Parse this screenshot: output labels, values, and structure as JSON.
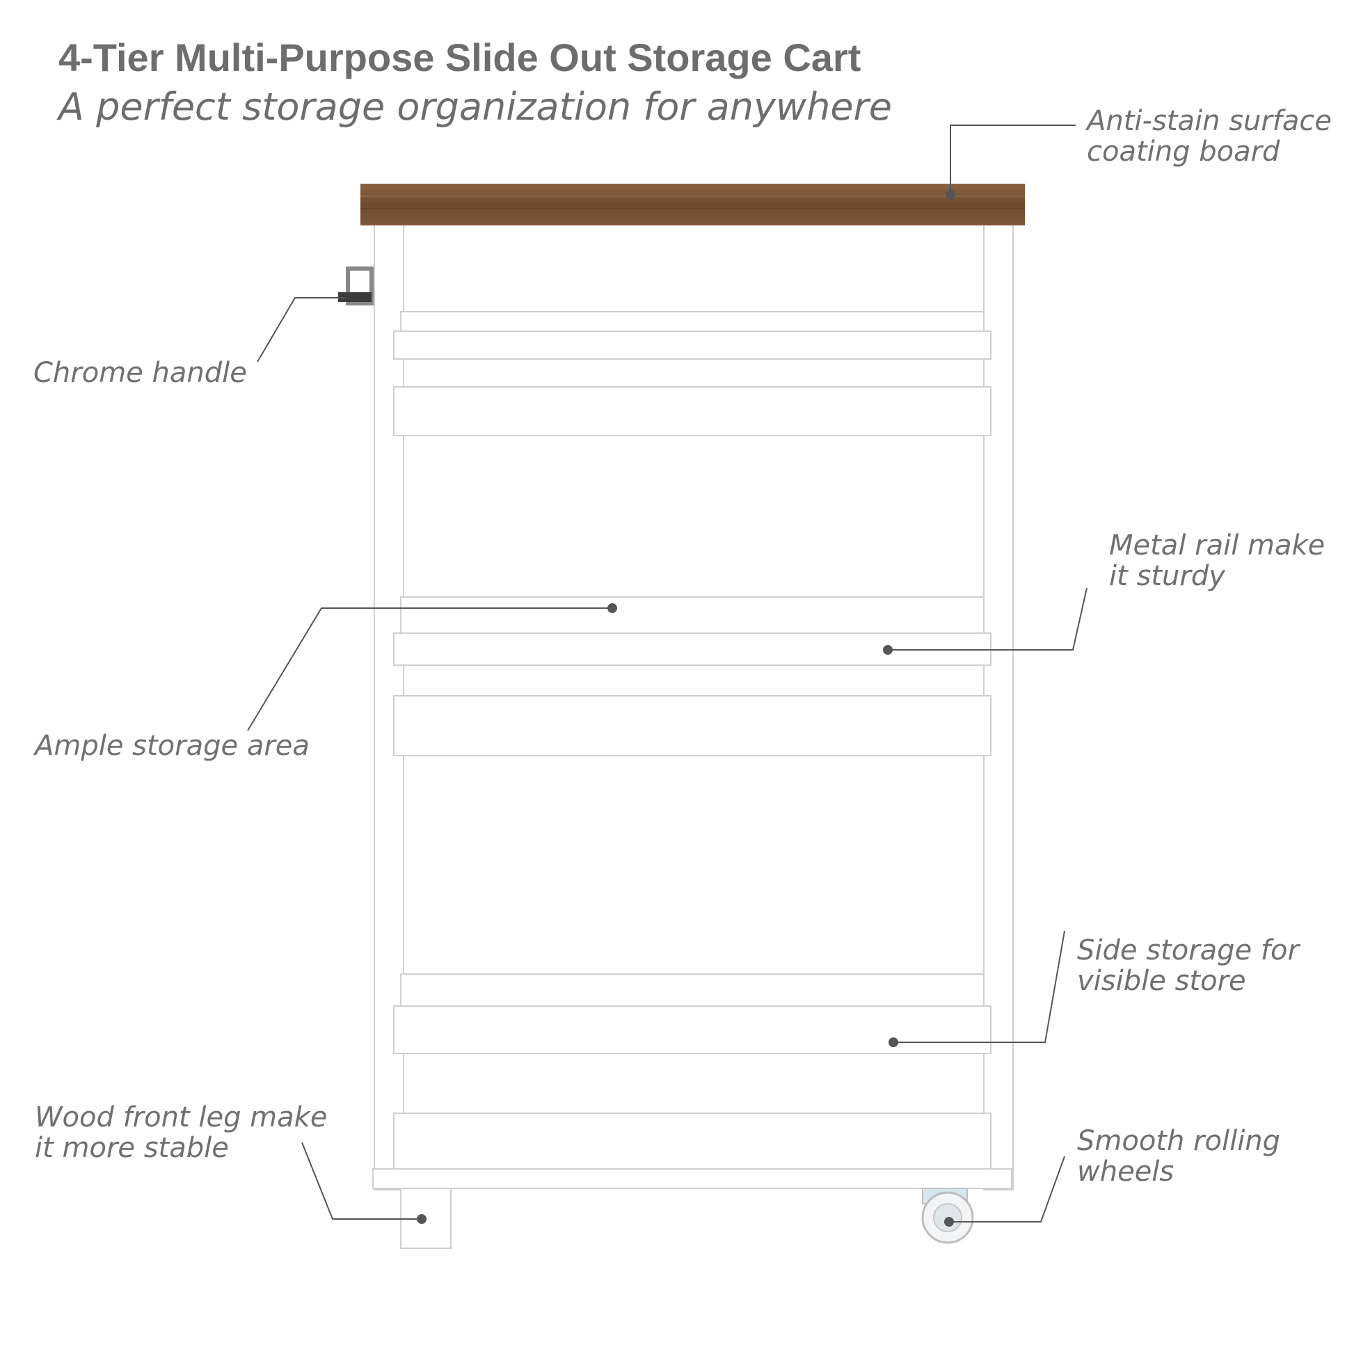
{
  "header": {
    "title": "4-Tier Multi-Purpose Slide Out Storage Cart",
    "subtitle": "A perfect storage organization for anywhere"
  },
  "callouts": {
    "surface": [
      "Anti-stain surface",
      "coating board"
    ],
    "handle": [
      "Chrome handle"
    ],
    "rail": [
      "Metal rail make",
      "it sturdy"
    ],
    "storage": [
      "Ample storage area"
    ],
    "side": [
      "Side storage for",
      "visible store"
    ],
    "leg": [
      "Wood front leg make",
      "it more stable"
    ],
    "wheels": [
      "Smooth rolling",
      "wheels"
    ]
  },
  "colors": {
    "wood": "#7a5436",
    "frame": "#ffffff",
    "outline": "#cfcfcf",
    "text": "#6d6d6d",
    "leader": "#555555"
  }
}
